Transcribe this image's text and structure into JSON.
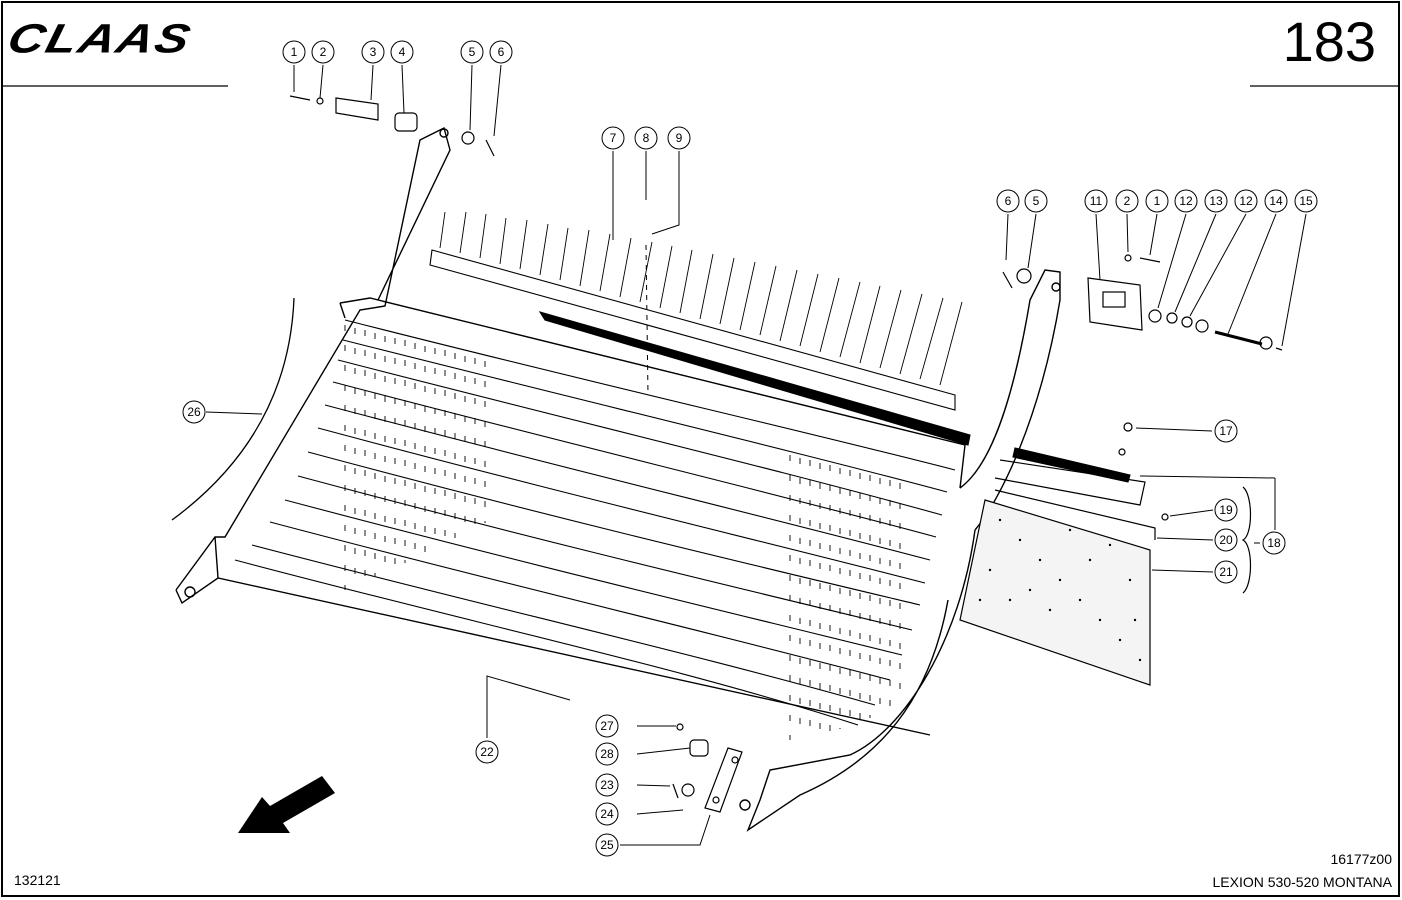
{
  "header": {
    "brand": "CLAAS",
    "page_number": "183"
  },
  "footer": {
    "reference": "132121",
    "drawing_code": "16177z00",
    "model": "LEXION 530-520 MONTANA"
  },
  "callouts": [
    {
      "label": "1"
    },
    {
      "label": "2"
    },
    {
      "label": "3"
    },
    {
      "label": "4"
    },
    {
      "label": "5"
    },
    {
      "label": "6"
    },
    {
      "label": "7"
    },
    {
      "label": "8"
    },
    {
      "label": "9"
    },
    {
      "label": "6"
    },
    {
      "label": "5"
    },
    {
      "label": "11"
    },
    {
      "label": "2"
    },
    {
      "label": "1"
    },
    {
      "label": "12"
    },
    {
      "label": "13"
    },
    {
      "label": "12"
    },
    {
      "label": "14"
    },
    {
      "label": "15"
    },
    {
      "label": "17"
    },
    {
      "label": "19"
    },
    {
      "label": "20"
    },
    {
      "label": "21"
    },
    {
      "label": "18"
    },
    {
      "label": "26"
    },
    {
      "label": "22"
    },
    {
      "label": "27"
    },
    {
      "label": "28"
    },
    {
      "label": "23"
    },
    {
      "label": "24"
    },
    {
      "label": "25"
    }
  ]
}
